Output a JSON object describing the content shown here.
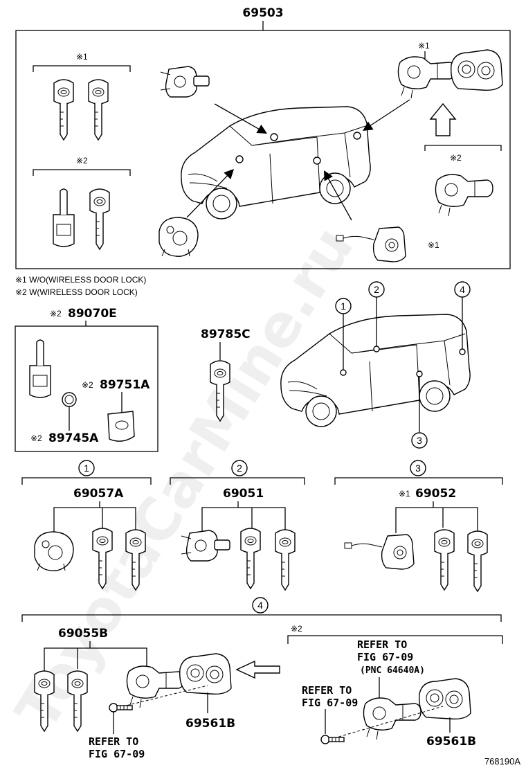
{
  "parts": {
    "p69503": "69503",
    "p89070E": "89070E",
    "p89785C": "89785C",
    "p89751A": "89751A",
    "p89745A": "89745A",
    "p69057A": "69057A",
    "p69051": "69051",
    "p69052": "69052",
    "p69055B": "69055B",
    "p69561B_a": "69561B",
    "p69561B_b": "69561B"
  },
  "marks": {
    "m1": "※1",
    "m2": "※2"
  },
  "notes": {
    "note1": "※1 W/O(WIRELESS DOOR LOCK)",
    "note2": "※2 W(WIRELESS DOOR LOCK)"
  },
  "callouts": {
    "c1": "1",
    "c2": "2",
    "c3": "3",
    "c4": "4"
  },
  "refs": {
    "refer_to": "REFER TO",
    "fig_6709": "FIG 67-09",
    "pnc": "(PNC 64640A)"
  },
  "footer": {
    "diagram_id": "768190A"
  },
  "watermark": {
    "text": "ToyotaCarMine.ru"
  }
}
